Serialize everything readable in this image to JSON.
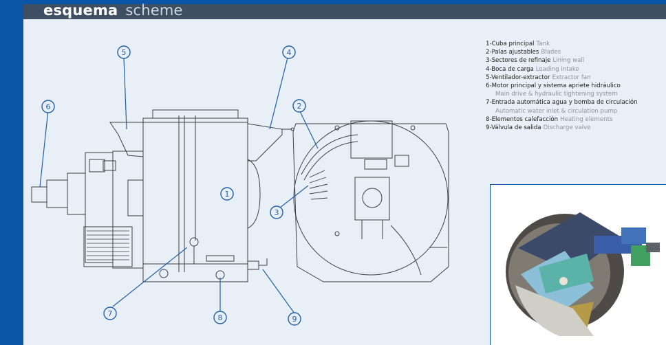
{
  "header": {
    "title_es": "esquema",
    "title_en": "scheme"
  },
  "legend": {
    "items": [
      {
        "num": "1",
        "es": "Cuba principal",
        "en": "Tank"
      },
      {
        "num": "2",
        "es": "Palas ajustables",
        "en": "Blades"
      },
      {
        "num": "3",
        "es": "Sectores de refinaje",
        "en": "Lining wall"
      },
      {
        "num": "4",
        "es": "Boca de carga",
        "en": "Loading intake"
      },
      {
        "num": "5",
        "es": "Ventilador-extractor",
        "en": "Extractor fan"
      },
      {
        "num": "6",
        "es": "Motor principal y sistema apriete hidráulico",
        "en": "",
        "sub": "Main drive & hydraulic tightening system"
      },
      {
        "num": "7",
        "es": "Entrada automática agua y bomba de circulación",
        "en": "",
        "sub": "Automatic water inlet & circulation pump"
      },
      {
        "num": "8",
        "es": "Elementos calefacción",
        "en": "Heating elements"
      },
      {
        "num": "9",
        "es": "Válvula de salida",
        "en": "Discharge valve"
      }
    ]
  },
  "callouts": [
    "1",
    "2",
    "3",
    "4",
    "5",
    "6",
    "7",
    "8",
    "9"
  ],
  "colors": {
    "brand_blue": "#0a55a5",
    "header_band": "#3f4f63",
    "drawing_bg": "#e9eff7",
    "line": "#3a3f46",
    "callout": "#1f5fa8"
  }
}
